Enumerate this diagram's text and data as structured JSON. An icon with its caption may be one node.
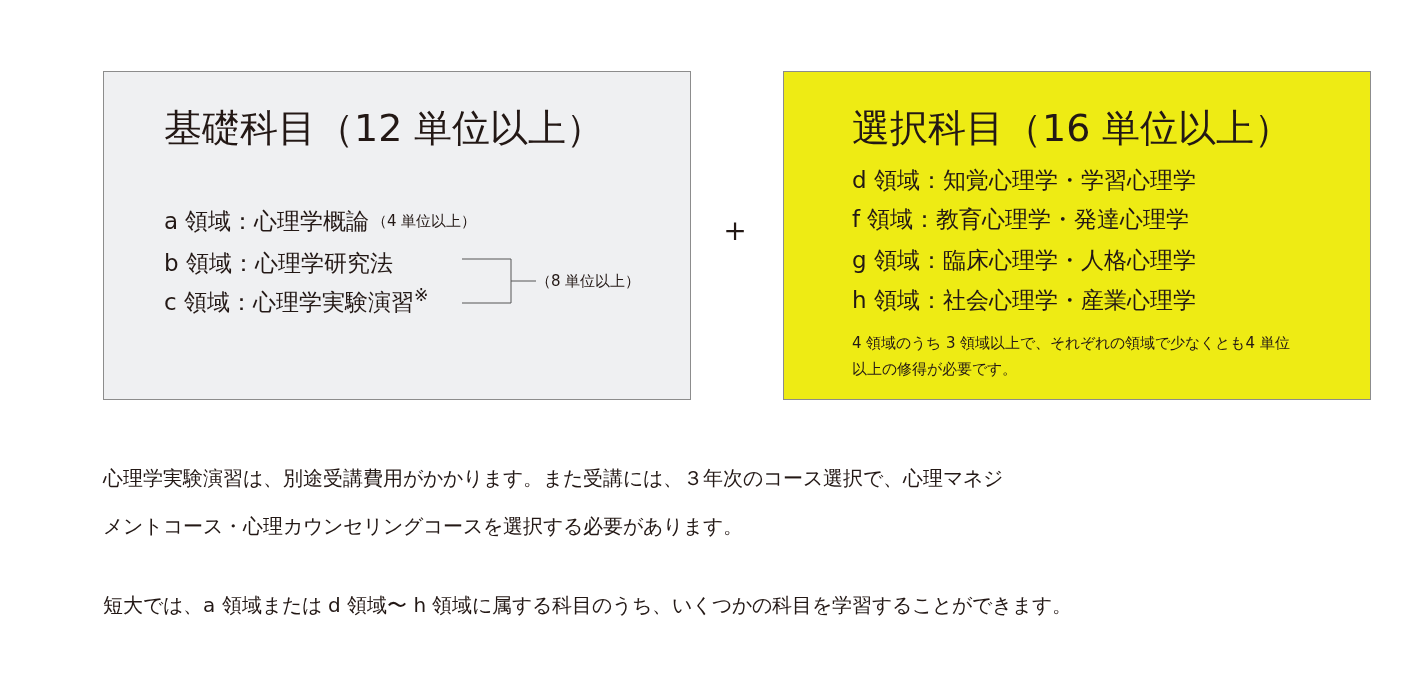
{
  "diagram": {
    "nodes": [
      {
        "text": [
          "基礎科目（12 単位以上）",
          "a 領域：心理学概論",
          "（4 単位以上）",
          "b 領域：心理学研究法",
          "c 領域：心理学実験演習$^{※}$",
          "（8 単位以上）"
        ]
      },
      {
        "text": [
          "選択科目（16 単位以上）",
          "d 領域：知覚心理学・学習心理学",
          "f 領域：教育心理学・発達心理学",
          "g 領域：臨床心理学・人格心理学",
          "h 領域：社会心理学・産業心理学",
          "4 領域のうち 3 領域以上で、それぞれの領域で少なくとも4 単位以上の修得が必要です。"
        ]
      }
    ],
    "edges": [],
    "labels": [
      "＋",
      "心理学実験演習は、別途受講費用がかかります。また受講には、３年次のコース選択で、心理マネジメントコース・心理カウンセリングコースを選択する必要があります。",
      "短大では、a 領域または d 領域〜 h 領域に属する科目のうち、いくつかの科目を学習することができます。"
    ]
  }
}
